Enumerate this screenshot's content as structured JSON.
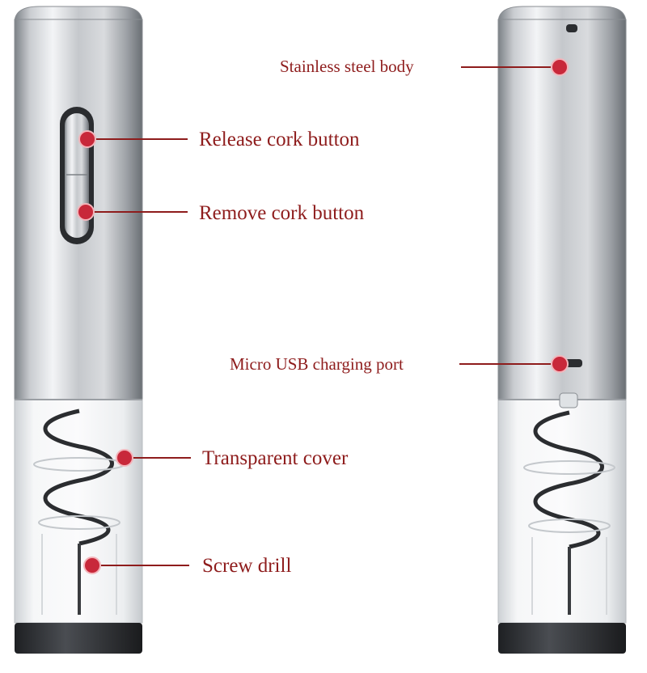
{
  "colors": {
    "label": "#8e1c1c",
    "line": "#8e1c1c",
    "dot": "#c8283a",
    "steel_light": "#f2f3f5",
    "steel_mid": "#b9bdc2",
    "steel_dark": "#6e7378",
    "base": "#2b2d30",
    "glass": "#eef0f2"
  },
  "labels": {
    "release": "Release cork button",
    "remove": "Remove cork button",
    "transparent": "Transparent cover",
    "screw": "Screw drill",
    "stainless": "Stainless steel body",
    "usb": "Micro USB charging port"
  },
  "icons": {
    "dot": "red-marker-dot"
  }
}
